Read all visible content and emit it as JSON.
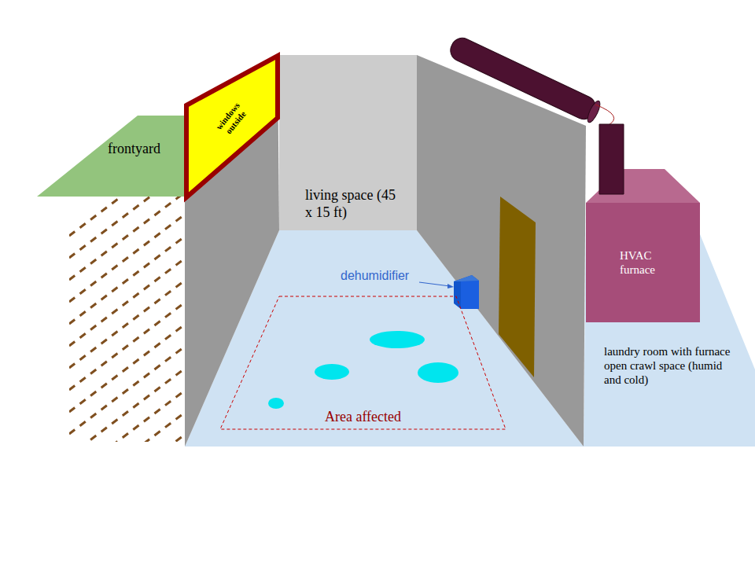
{
  "diagram": {
    "nodes": [
      {
        "text": [
          "frontyard"
        ]
      },
      {
        "text": [
          "windows outside"
        ]
      },
      {
        "text": [
          "HVAC furnace"
        ]
      },
      {
        "text": [
          "Area affected"
        ]
      }
    ],
    "labels": [
      "living space (45 x 15 ft)",
      "dehumidifier",
      "laundry room with furnace open crawl space (humid and cold)"
    ]
  }
}
